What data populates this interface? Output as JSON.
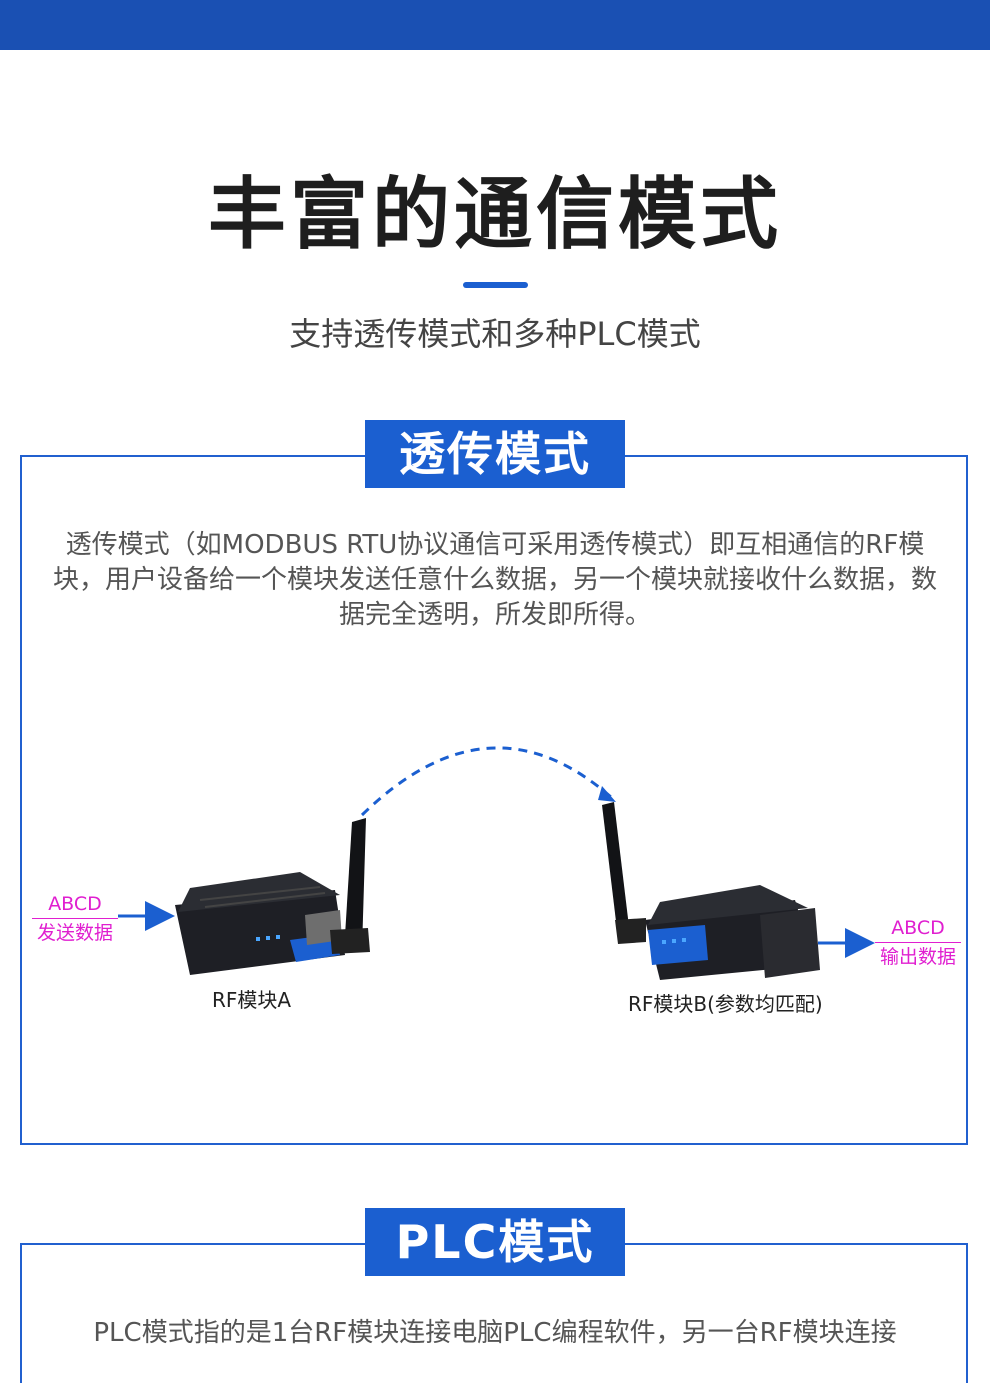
{
  "header": {
    "title": "丰富的通信模式",
    "subtitle": "支持透传模式和多种PLC模式"
  },
  "transparent_mode": {
    "tab_label": "透传模式",
    "description": "透传模式（如MODBUS RTU协议通信可采用透传模式）即互相通信的RF模块，用户设备给一个模块发送任意什么数据，另一个模块就接收什么数据，数据完全透明，所发即所得。",
    "input_data": "ABCD",
    "input_label": "发送数据",
    "output_data": "ABCD",
    "output_label": "输出数据",
    "device_a": "RF模块A",
    "device_b": "RF模块B(参数均匹配)",
    "colors": {
      "accent": "#1b5fd0",
      "label": "#e01fd0",
      "topbar": "#1a50b3"
    },
    "icons": [
      "antenna-icon",
      "wireless-arc-icon",
      "arrow-right-icon"
    ]
  },
  "plc_mode": {
    "tab_label": "PLC模式",
    "description": "PLC模式指的是1台RF模块连接电脑PLC编程软件，另一台RF模块连接"
  }
}
